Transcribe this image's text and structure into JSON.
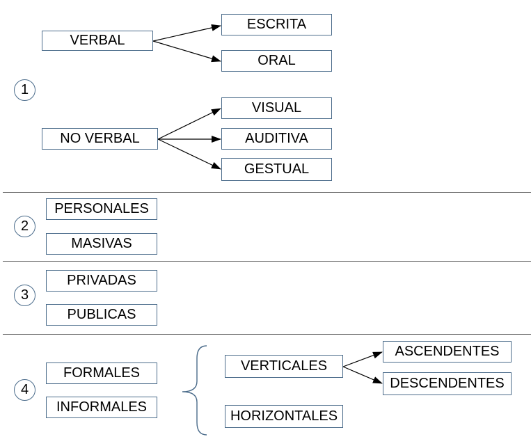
{
  "section1": {
    "number": "1",
    "verbal": {
      "label": "VERBAL",
      "children": [
        "ESCRITA",
        "ORAL"
      ]
    },
    "no_verbal": {
      "label": "NO VERBAL",
      "children": [
        "VISUAL",
        "AUDITIVA",
        "GESTUAL"
      ]
    }
  },
  "section2": {
    "number": "2",
    "items": [
      "PERSONALES",
      "MASIVAS"
    ]
  },
  "section3": {
    "number": "3",
    "items": [
      "PRIVADAS",
      "PUBLICAS"
    ]
  },
  "section4": {
    "number": "4",
    "items": [
      "FORMALES",
      "INFORMALES"
    ],
    "verticales": {
      "label": "VERTICALES",
      "children": [
        "ASCENDENTES",
        "DESCENDENTES"
      ]
    },
    "horizontales": "HORIZONTALES"
  },
  "colors": {
    "box_border": "#4a6b8a",
    "divider": "#666666",
    "arrow": "#000000"
  }
}
